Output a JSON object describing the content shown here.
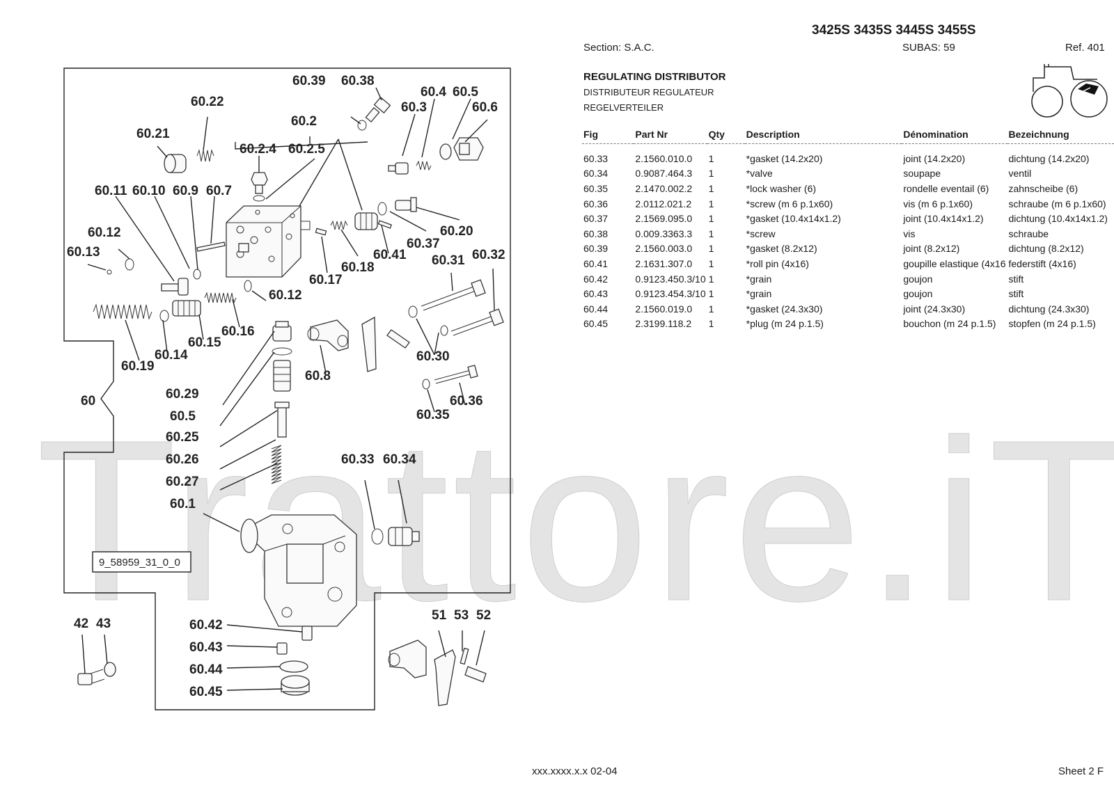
{
  "header": {
    "models": "3425S 3435S 3445S 3455S",
    "section": "Section: S.A.C.",
    "subas": "SUBAS: 59",
    "ref": "Ref. 401"
  },
  "title": {
    "en": "REGULATING DISTRIBUTOR",
    "fr": "DISTRIBUTEUR REGULATEUR",
    "de": "REGELVERTEILER"
  },
  "watermark": "Trattore.iT",
  "table": {
    "columns": [
      "Fig",
      "Part Nr",
      "Qty",
      "Description",
      "Dénomination",
      "Bezeichnung"
    ],
    "rows": [
      {
        "fig": "60.33",
        "part": "2.1560.010.0",
        "qty": "1",
        "desc": "*gasket (14.2x20)",
        "den": "joint (14.2x20)",
        "bez": "dichtung (14.2x20)"
      },
      {
        "fig": "60.34",
        "part": "0.9087.464.3",
        "qty": "1",
        "desc": "*valve",
        "den": "soupape",
        "bez": "ventil"
      },
      {
        "fig": "60.35",
        "part": "2.1470.002.2",
        "qty": "1",
        "desc": "*lock washer (6)",
        "den": "rondelle eventail (6)",
        "bez": "zahnscheibe (6)"
      },
      {
        "fig": "60.36",
        "part": "2.0112.021.2",
        "qty": "1",
        "desc": "*screw (m 6 p.1x60)",
        "den": "vis (m 6 p.1x60)",
        "bez": "schraube (m 6 p.1x60)"
      },
      {
        "fig": "60.37",
        "part": "2.1569.095.0",
        "qty": "1",
        "desc": "*gasket (10.4x14x1.2)",
        "den": "joint (10.4x14x1.2)",
        "bez": "dichtung (10.4x14x1.2)"
      },
      {
        "fig": "60.38",
        "part": "0.009.3363.3",
        "qty": "1",
        "desc": "*screw",
        "den": "vis",
        "bez": "schraube"
      },
      {
        "fig": "60.39",
        "part": "2.1560.003.0",
        "qty": "1",
        "desc": "*gasket (8.2x12)",
        "den": "joint (8.2x12)",
        "bez": "dichtung (8.2x12)"
      },
      {
        "fig": "60.41",
        "part": "2.1631.307.0",
        "qty": "1",
        "desc": "*roll pin (4x16)",
        "den": "goupille elastique (4x16",
        "bez": "federstift (4x16)"
      },
      {
        "fig": "60.42",
        "part": "0.9123.450.3/10",
        "qty": "1",
        "desc": "*grain",
        "den": "goujon",
        "bez": "stift"
      },
      {
        "fig": "60.43",
        "part": "0.9123.454.3/10",
        "qty": "1",
        "desc": "*grain",
        "den": "goujon",
        "bez": "stift"
      },
      {
        "fig": "60.44",
        "part": "2.1560.019.0",
        "qty": "1",
        "desc": "*gasket (24.3x30)",
        "den": "joint (24.3x30)",
        "bez": "dichtung (24.3x30)"
      },
      {
        "fig": "60.45",
        "part": "2.3199.118.2",
        "qty": "1",
        "desc": "*plug (m 24 p.1.5)",
        "den": "bouchon (m 24 p.1.5)",
        "bez": "stopfen (m 24 p.1.5)"
      }
    ]
  },
  "diagram": {
    "ref_code": "9_58959_31_0_0",
    "callouts": [
      "60.39",
      "60.38",
      "60.22",
      "60.4",
      "60.5",
      "60.3",
      "60.6",
      "60.21",
      "60.2",
      "60.2.4",
      "60.2.5",
      "60.11",
      "60.10",
      "60.9",
      "60.7",
      "60.12",
      "60.20",
      "60.13",
      "60.37",
      "60.41",
      "60.18",
      "60.17",
      "60.31",
      "60.32",
      "60.12",
      "60.16",
      "60.14",
      "60.15",
      "60.19",
      "60.8",
      "60.30",
      "60.29",
      "60.5",
      "60.25",
      "60.26",
      "60.27",
      "60.1",
      "60",
      "60.36",
      "60.35",
      "60.33",
      "60.34",
      "42",
      "43",
      "60.42",
      "60.43",
      "60.44",
      "60.45",
      "51",
      "53",
      "52"
    ]
  },
  "footer": {
    "code": "xxx.xxxx.x.x  02-04",
    "sheet": "Sheet 2 F"
  }
}
